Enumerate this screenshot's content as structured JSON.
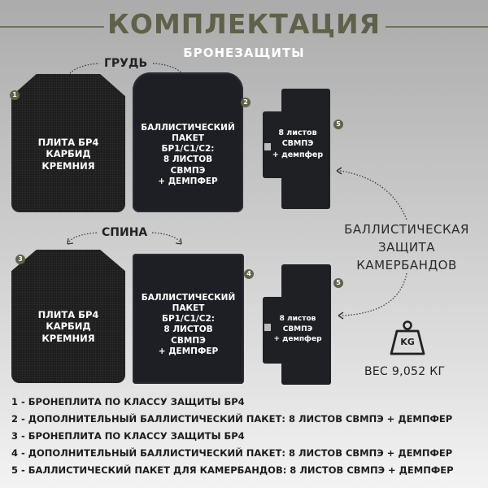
{
  "header": {
    "title": "КОМПЛЕКТАЦИЯ",
    "subtitle": "БРОНЕЗАЩИТЫ",
    "accent_color": "#5f6149"
  },
  "sections": {
    "chest_label": "ГРУДЬ",
    "back_label": "СПИНА"
  },
  "items": {
    "plate_front": {
      "badge": "1",
      "text": [
        "ПЛИТА БР4",
        "КАРБИД",
        "КРЕМНИЯ"
      ]
    },
    "pack_front": {
      "badge": "2",
      "text": [
        "БАЛЛИСТИЧЕСКИЙ",
        "ПАКЕТ",
        "БР1/С1/С2:",
        "8 ЛИСТОВ",
        "СВМПЭ",
        "+ ДЕМПФЕР"
      ]
    },
    "plate_back": {
      "badge": "3",
      "text": [
        "ПЛИТА БР4",
        "КАРБИД",
        "КРЕМНИЯ"
      ]
    },
    "pack_back": {
      "badge": "4",
      "text": [
        "БАЛЛИСТИЧЕСКИЙ",
        "ПАКЕТ",
        "БР1/С1/С2:",
        "8 ЛИСТОВ",
        "СВМПЭ",
        "+ ДЕМПФЕР"
      ]
    },
    "cummerbund_top": {
      "badge": "5",
      "text": [
        "8 листов",
        "СВМПЭ",
        "+ демпфер"
      ]
    },
    "cummerbund_bottom": {
      "badge": "5",
      "text": [
        "8 листов",
        "СВМПЭ",
        "+ демпфер"
      ]
    }
  },
  "side": {
    "caption": [
      "БАЛЛИСТИЧЕСКАЯ",
      "ЗАЩИТА",
      "КАМЕРБАНДОВ"
    ],
    "weight_icon": "kettlebell-kg-icon",
    "weight_icon_text": "KG",
    "weight": "ВЕС 9,052 КГ"
  },
  "legend": [
    "1 - БРОНЕПЛИТА ПО КЛАССУ ЗАЩИТЫ БР4",
    "2 - ДОПОЛНИТЕЛЬНЫЙ БАЛЛИСТИЧЕСКИЙ ПАКЕТ: 8 ЛИСТОВ СВМПЭ + ДЕМПФЕР",
    "3 - БРОНЕПЛИТА ПО КЛАССУ ЗАЩИТЫ БР4",
    "4 - ДОПОЛНИТЕЛЬНЫЙ БАЛЛИСТИЧЕСКИЙ ПАКЕТ: 8 ЛИСТОВ СВМПЭ + ДЕМПФЕР",
    "5 - БАЛЛИСТИЧЕСКИЙ ПАКЕТ ДЛЯ КАМЕРБАНДОВ: 8 ЛИСТОВ СВМПЭ + ДЕМПФЕР"
  ]
}
